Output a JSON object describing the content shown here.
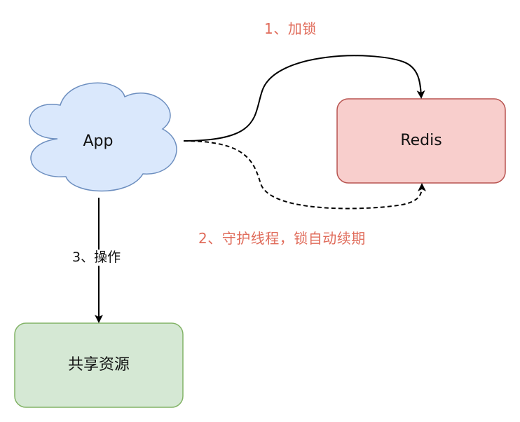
{
  "nodes": {
    "app": {
      "label": "App",
      "fill": "#dae8fc",
      "stroke": "#6c8ebf"
    },
    "redis": {
      "label": "Redis",
      "fill": "#f8cecc",
      "stroke": "#b85450"
    },
    "shared_resource": {
      "label": "共享资源",
      "fill": "#d5e8d4",
      "stroke": "#82b366"
    }
  },
  "edges": {
    "lock": {
      "label": "1、加锁",
      "style": "solid",
      "label_color": "#e06b5a"
    },
    "renew": {
      "label": "2、守护线程，锁自动续期",
      "style": "dashed",
      "label_color": "#e06b5a"
    },
    "operate": {
      "label": "3、操作",
      "style": "solid",
      "label_color": "#111111"
    }
  }
}
